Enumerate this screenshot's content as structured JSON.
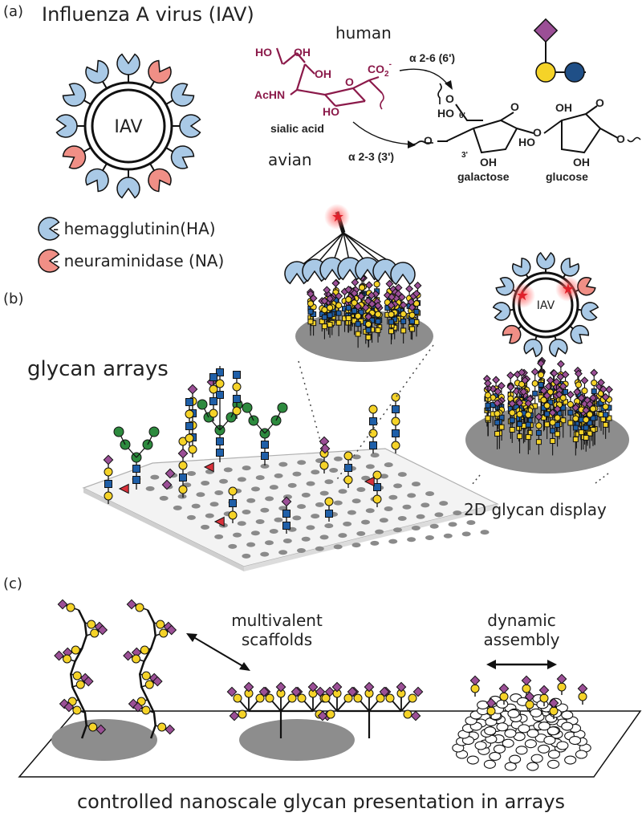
{
  "panel_a": {
    "label": "(a)",
    "title": "Influenza A virus (IAV)",
    "virus_label": "IAV",
    "human_label": "human",
    "avian_label": "avian",
    "linkage_26": "α 2-6 (6')",
    "linkage_23": "α 2-3 (3')",
    "sialic_acid": "sialic acid",
    "galactose": "galactose",
    "glucose": "glucose",
    "chem": {
      "HO": "HO",
      "OH": "OH",
      "AcHN": "AcHN",
      "CO2": "CO",
      "CO2_sub": "2",
      "CO2_sup": "-",
      "O": "O",
      "six": "6'",
      "three": "3'"
    },
    "legend": [
      {
        "text": "- hemagglutinin(HA)",
        "color": "#a9c9e6"
      },
      {
        "text": "- neuraminidase (NA)",
        "color": "#f08f86"
      }
    ]
  },
  "panel_b": {
    "label": "(b)",
    "glycan_arrays": "glycan arrays",
    "virus_label": "IAV",
    "display_label": "2D glycan display"
  },
  "panel_c": {
    "label": "(c)",
    "multivalent": [
      "multivalent",
      "scaffolds"
    ],
    "dynamic": [
      "dynamic",
      "assembly"
    ],
    "caption": "controlled nanoscale glycan presentation in arrays"
  },
  "colors": {
    "ha": "#a9c9e6",
    "na": "#f08f86",
    "sialic": "#9b4f96",
    "galactose": "#f5d328",
    "glcnac": "#1f5fa8",
    "mannose": "#2d8a3e",
    "fucose": "#d9303a",
    "surface": "#8a8a8a"
  }
}
